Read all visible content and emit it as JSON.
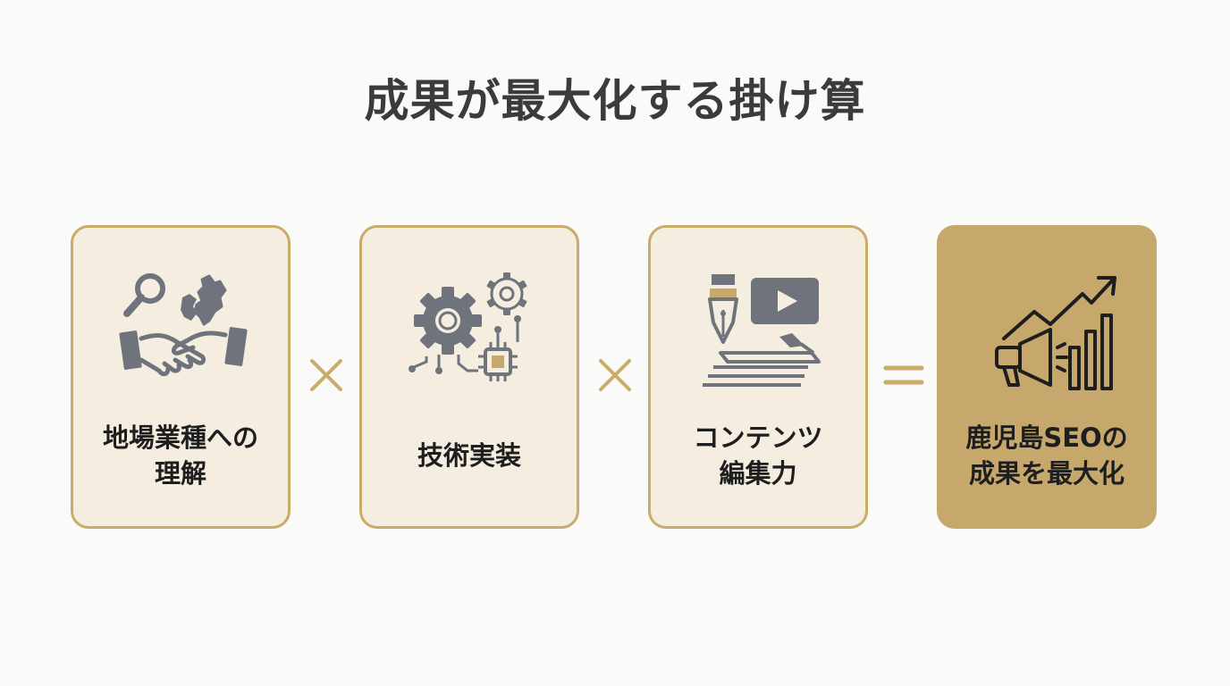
{
  "title": "成果が最大化する掛け算",
  "cards": [
    {
      "line1": "地場業種への",
      "line2": "理解"
    },
    {
      "line1": "技術実装",
      "line2": ""
    },
    {
      "line1": "コンテンツ",
      "line2": "編集力"
    },
    {
      "line1": "鹿児島SEOの",
      "line2": "成果を最大化"
    }
  ],
  "icons": [
    "handshake-search-map-icon",
    "gears-chip-icon",
    "pen-video-documents-icon",
    "megaphone-growth-chart-icon"
  ],
  "operators": [
    "multiply-sign",
    "multiply-sign",
    "equals-sign"
  ],
  "colors": {
    "accent": "#c9ab6a",
    "card_bg": "#f5eee0",
    "result_bg": "#c6a86c",
    "icon_gray": "#6f737c",
    "title_text": "#3b3b3b"
  }
}
